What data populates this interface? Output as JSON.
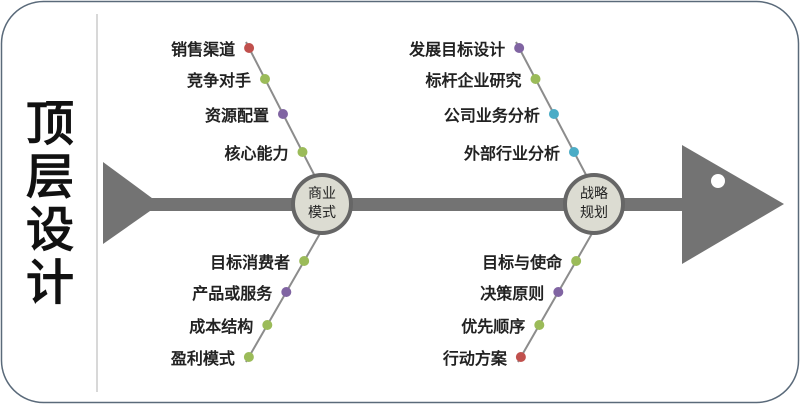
{
  "side_title": [
    "顶",
    "层",
    "设",
    "计"
  ],
  "hubs": [
    {
      "line1": "商业",
      "line2": "模式"
    },
    {
      "line1": "战略",
      "line2": "规划"
    }
  ],
  "branches": {
    "business_model_top": [
      "销售渠道",
      "竞争对手",
      "资源配置",
      "核心能力"
    ],
    "strategy_top": [
      "发展目标设计",
      "标杆企业研究",
      "公司业务分析",
      "外部行业分析"
    ],
    "business_model_bottom": [
      "目标消费者",
      "产品或服务",
      "成本结构",
      "盈利模式"
    ],
    "strategy_bottom": [
      "目标与使命",
      "决策原则",
      "优先顺序",
      "行动方案"
    ]
  },
  "colors": {
    "spine": "#737373",
    "branch": "#8c8c8c",
    "hub_fill": "#dcdcd2",
    "border": "#5a6a7a",
    "dot_red": "#c0504d",
    "dot_green": "#9bbb59",
    "dot_purple": "#8064a2",
    "dot_teal": "#4bacc6"
  },
  "dot_colors": {
    "business_model_top": [
      "dot_red",
      "dot_green",
      "dot_purple",
      "dot_green"
    ],
    "strategy_top": [
      "dot_purple",
      "dot_green",
      "dot_teal",
      "dot_teal"
    ],
    "business_model_bottom": [
      "dot_green",
      "dot_purple",
      "dot_green",
      "dot_green"
    ],
    "strategy_bottom": [
      "dot_green",
      "dot_purple",
      "dot_green",
      "dot_red"
    ]
  }
}
